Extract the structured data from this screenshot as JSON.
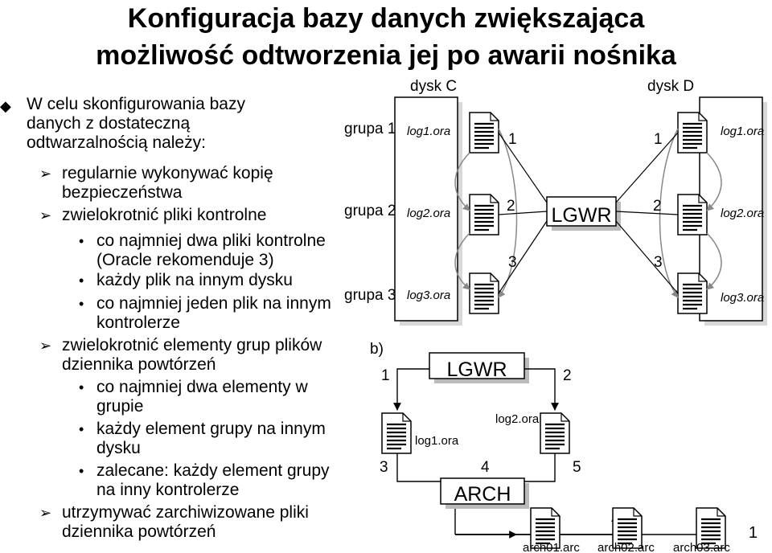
{
  "title": {
    "line1": "Konfiguracja bazy danych zwiększająca",
    "line2": "możliwość odtworzenia jej po awarii nośnika"
  },
  "bullets": [
    {
      "level": 1,
      "text": "W celu skonfigurowania bazy",
      "text2": "danych z dostateczną",
      "text3": "odtwarzalnością należy:"
    },
    {
      "level": 2,
      "text": "regularnie wykonywać kopię",
      "text2": "bezpieczeństwa"
    },
    {
      "level": 2,
      "text": "zwielokrotnić pliki kontrolne"
    },
    {
      "level": 3,
      "text": "co najmniej dwa pliki kontrolne",
      "text2": "(Oracle rekomenduje 3)"
    },
    {
      "level": 3,
      "text": "każdy plik na innym dysku"
    },
    {
      "level": 3,
      "text": "co najmniej jeden plik na innym",
      "text2": "kontrolerze"
    },
    {
      "level": 2,
      "text": "zwielokrotnić elementy grup plików",
      "text2": "dziennika powtórzeń"
    },
    {
      "level": 3,
      "text": "co najmniej dwa elementy w",
      "text2": "grupie"
    },
    {
      "level": 3,
      "text": "każdy element grupy na innym",
      "text2": "dysku"
    },
    {
      "level": 3,
      "text": "zalecane: każdy element grupy",
      "text2": "na inny kontrolerze"
    },
    {
      "level": 2,
      "text": "utrzymywać zarchiwizowane pliki",
      "text2": "dziennika powtórzeń"
    }
  ],
  "diagram_a": {
    "disk_c": "dysk C",
    "disk_d": "dysk D",
    "groups": [
      "grupa 1",
      "grupa 2",
      "grupa 3"
    ],
    "files_c": [
      "log1.ora",
      "log2.ora",
      "log3.ora"
    ],
    "files_d": [
      "log1.ora",
      "log2.ora",
      "log3.ora"
    ],
    "lgwr": "LGWR",
    "seq_left": [
      "1",
      "2",
      "3"
    ],
    "seq_right": [
      "1",
      "2",
      "3"
    ]
  },
  "diagram_b": {
    "label": "b)",
    "lgwr": "LGWR",
    "arch": "ARCH",
    "file_left": "log1.ora",
    "file_right": "log2.ora",
    "steps": [
      "1",
      "2",
      "3",
      "4",
      "5"
    ],
    "archives": [
      "arch01.arc",
      "arch02.arc",
      "arch03.arc"
    ]
  },
  "page_number": "1",
  "colors": {
    "text": "#000000",
    "arc": "#888888",
    "doc_fill": "#ffffff"
  }
}
